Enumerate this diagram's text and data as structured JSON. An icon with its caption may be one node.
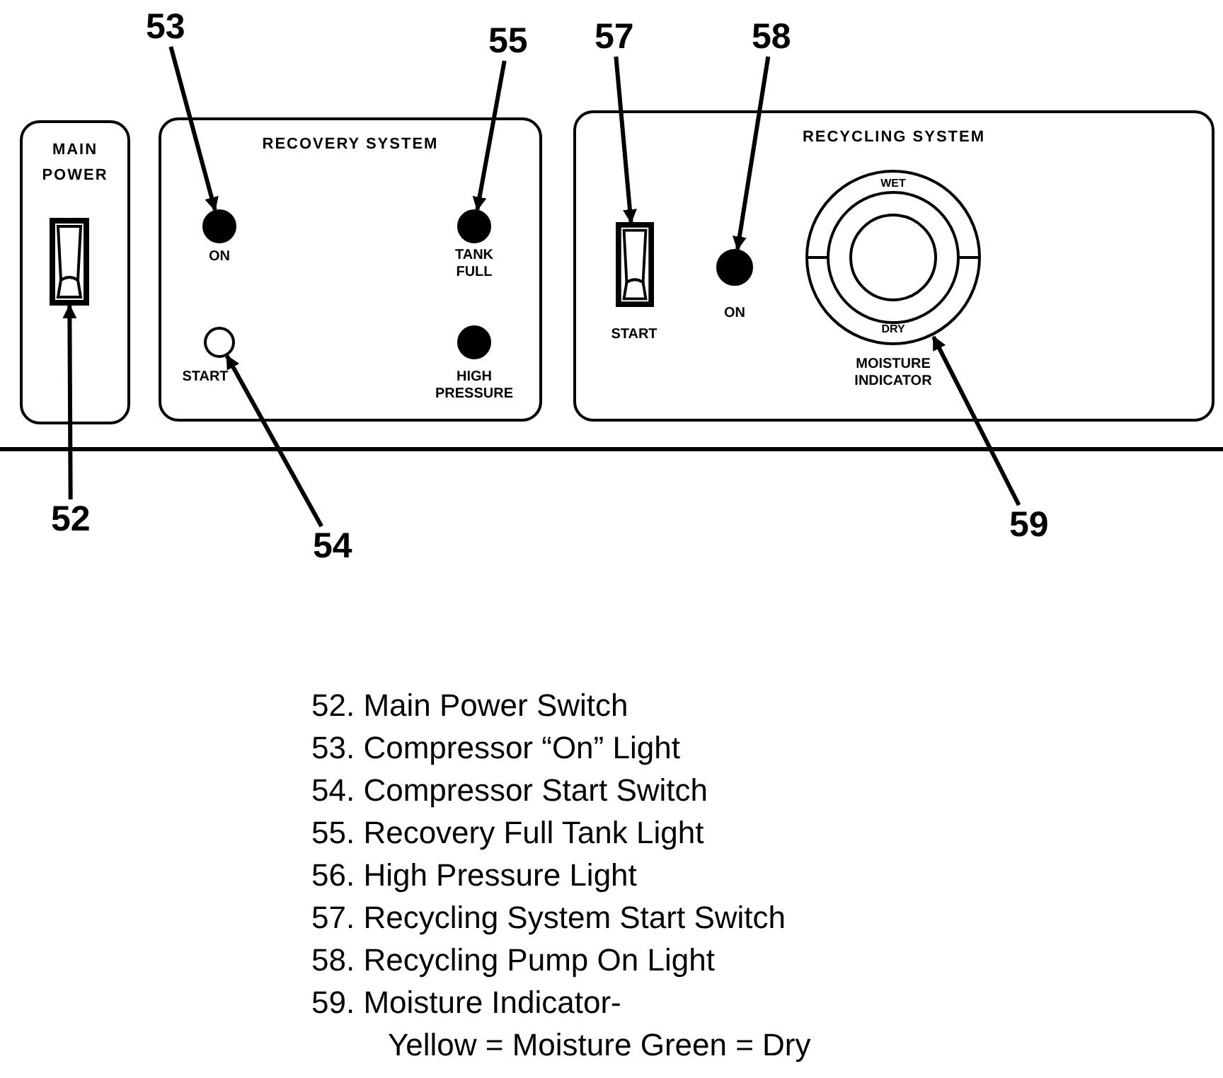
{
  "diagram": {
    "nodes": [
      {
        "text": [
          "MAIN POWER"
        ]
      },
      {
        "text": [],
        "shape": "switch",
        "in": 0
      },
      {
        "text": [
          "RECOVERY SYSTEM"
        ]
      },
      {
        "text": [],
        "shape": "circle",
        "in": 2,
        "beside": [
          "ON"
        ]
      },
      {
        "text": [],
        "shape": "circle",
        "in": 2,
        "beside": [
          "TANK FULL"
        ]
      },
      {
        "text": [],
        "shape": "circle",
        "in": 2,
        "beside": [
          "START"
        ]
      },
      {
        "text": [],
        "shape": "circle",
        "in": 2,
        "beside": [
          "HIGH PRESSURE"
        ]
      },
      {
        "text": [
          "RECYCLING SYSTEM"
        ]
      },
      {
        "text": [],
        "shape": "switch",
        "in": 7,
        "beside": [
          "START"
        ]
      },
      {
        "text": [],
        "shape": "circle",
        "in": 7,
        "beside": [
          "ON"
        ]
      },
      {
        "text": [
          "WET",
          "DRY"
        ],
        "in": 7,
        "beside": [
          "MOISTURE INDICATOR"
        ]
      },
      {
        "text": [
          "53"
        ]
      },
      {
        "text": [
          "55"
        ]
      },
      {
        "text": [
          "57"
        ]
      },
      {
        "text": [
          "58"
        ]
      },
      {
        "text": [
          "52"
        ]
      },
      {
        "text": [
          "54"
        ]
      },
      {
        "text": [
          "59"
        ]
      }
    ],
    "edges": [
      {
        "from": 11,
        "to": 3,
        "arrow": "to"
      },
      {
        "from": 12,
        "to": 4,
        "arrow": "to"
      },
      {
        "from": 13,
        "to": 8,
        "arrow": "to"
      },
      {
        "from": 14,
        "to": 9,
        "arrow": "to"
      },
      {
        "from": 15,
        "to": 1,
        "arrow": "to"
      },
      {
        "from": 16,
        "to": 5,
        "arrow": "to"
      },
      {
        "from": 17,
        "to": 10,
        "arrow": "to"
      }
    ],
    "labels": [
      "52. Main Power Switch",
      "53. Compressor “On” Light",
      "54. Compressor Start Switch",
      "55. Recovery Full Tank Light",
      "56. High Pressure Light",
      "57. Recycling System Start Switch",
      "58. Recycling Pump On Light",
      "59. Moisture Indicator- Yellow = Moisture Green = Dry"
    ]
  }
}
